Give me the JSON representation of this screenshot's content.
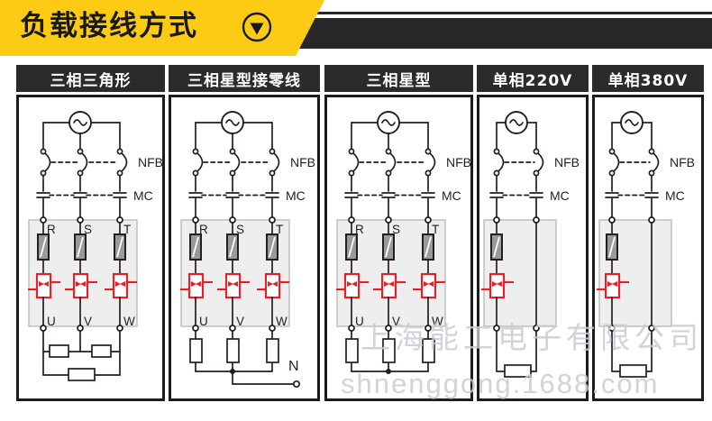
{
  "header": {
    "title": "负载接线方式",
    "arrow_icon": "circled-chevron-down-icon",
    "accent_color": "#fdcb14",
    "bar_color": "#282828"
  },
  "watermark": {
    "company": "上海能工电子有限公司",
    "site": "shnenggong.1688.com",
    "color": "#c9ccd4"
  },
  "labels": {
    "nfb": "NFB",
    "mc": "MC",
    "r": "R",
    "s": "S",
    "t": "T",
    "u": "U",
    "v": "V",
    "w": "W",
    "n": "N"
  },
  "colors": {
    "wire": "#231f20",
    "thyristor": "#ee1c25",
    "enclosure_fill": "#eeeeee",
    "enclosure_border": "#bbbbbb",
    "fuse_fill": "#9a9a9a",
    "panel_border": "#1c1c1c",
    "panel_head": "#2b2b2b"
  },
  "panels": [
    {
      "id": "three-phase-delta",
      "title": "三相三角形",
      "phases": 3,
      "load_connection": "delta",
      "neutral": false,
      "source": "ac-source-icon",
      "breaker": "NFB",
      "contactor": "MC",
      "input_terminals": [
        "R",
        "S",
        "T"
      ],
      "output_terminals": [
        "U",
        "V",
        "W"
      ],
      "fuses": 3,
      "thyristors": 3,
      "load_resistors": 3
    },
    {
      "id": "three-phase-star-neutral",
      "title": "三相星型接零线",
      "phases": 3,
      "load_connection": "star-with-neutral",
      "neutral": true,
      "neutral_label": "N",
      "source": "ac-source-icon",
      "breaker": "NFB",
      "contactor": "MC",
      "input_terminals": [
        "R",
        "S",
        "T"
      ],
      "output_terminals": [
        "U",
        "V",
        "W"
      ],
      "fuses": 3,
      "thyristors": 3,
      "load_resistors": 3
    },
    {
      "id": "three-phase-star",
      "title": "三相星型",
      "phases": 3,
      "load_connection": "star",
      "neutral": false,
      "source": "ac-source-icon",
      "breaker": "NFB",
      "contactor": "MC",
      "input_terminals": [
        "R",
        "S",
        "T"
      ],
      "output_terminals": [
        "U",
        "V",
        "W"
      ],
      "fuses": 3,
      "thyristors": 3,
      "load_resistors": 3
    },
    {
      "id": "single-phase-220v",
      "title": "单相220V",
      "phases": 1,
      "voltage": "220V",
      "load_connection": "single",
      "neutral": false,
      "source": "ac-source-icon",
      "breaker": "NFB",
      "contactor": "MC",
      "input_terminals": [],
      "output_terminals": [],
      "fuses": 1,
      "thyristors": 1,
      "load_resistors": 1
    },
    {
      "id": "single-phase-380v",
      "title": "单相380V",
      "phases": 1,
      "voltage": "380V",
      "load_connection": "single",
      "neutral": false,
      "source": "ac-source-icon",
      "breaker": "NFB",
      "contactor": "MC",
      "input_terminals": [],
      "output_terminals": [],
      "fuses": 1,
      "thyristors": 1,
      "load_resistors": 1
    }
  ]
}
